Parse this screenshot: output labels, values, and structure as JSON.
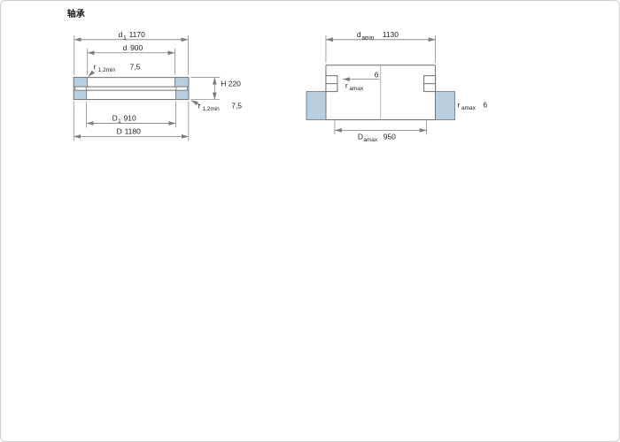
{
  "title": "轴承",
  "colors": {
    "line": "#6e6e6e",
    "dim": "#7d7d7d",
    "section-fill": "#b9cedf",
    "text": "#1c1c1c"
  },
  "left": {
    "d1_sym": "d",
    "d1_sub": "1",
    "d1_val": "1170",
    "d_sym": "d",
    "d_val": "900",
    "r_top_sym": "r",
    "r_top_sub": "1,2min",
    "r_top_val": "7,5",
    "H_sym": "H",
    "H_val": "220",
    "r_bot_sym": "r",
    "r_bot_sub": "1,2min",
    "r_bot_val": "7,5",
    "D1_sym": "D",
    "D1_sub": "1",
    "D1_val": "910",
    "D_sym": "D",
    "D_val": "1180"
  },
  "right": {
    "da_sym": "d",
    "da_sub": "amin",
    "da_val": "1130",
    "ra_top_sym": "r",
    "ra_top_sub": "amax",
    "ra_top_val": "6",
    "ra_side_sym": "r",
    "ra_side_sub": "amax",
    "ra_side_val": "6",
    "Da_sym": "D",
    "Da_sub": "amax",
    "Da_val": "950"
  }
}
